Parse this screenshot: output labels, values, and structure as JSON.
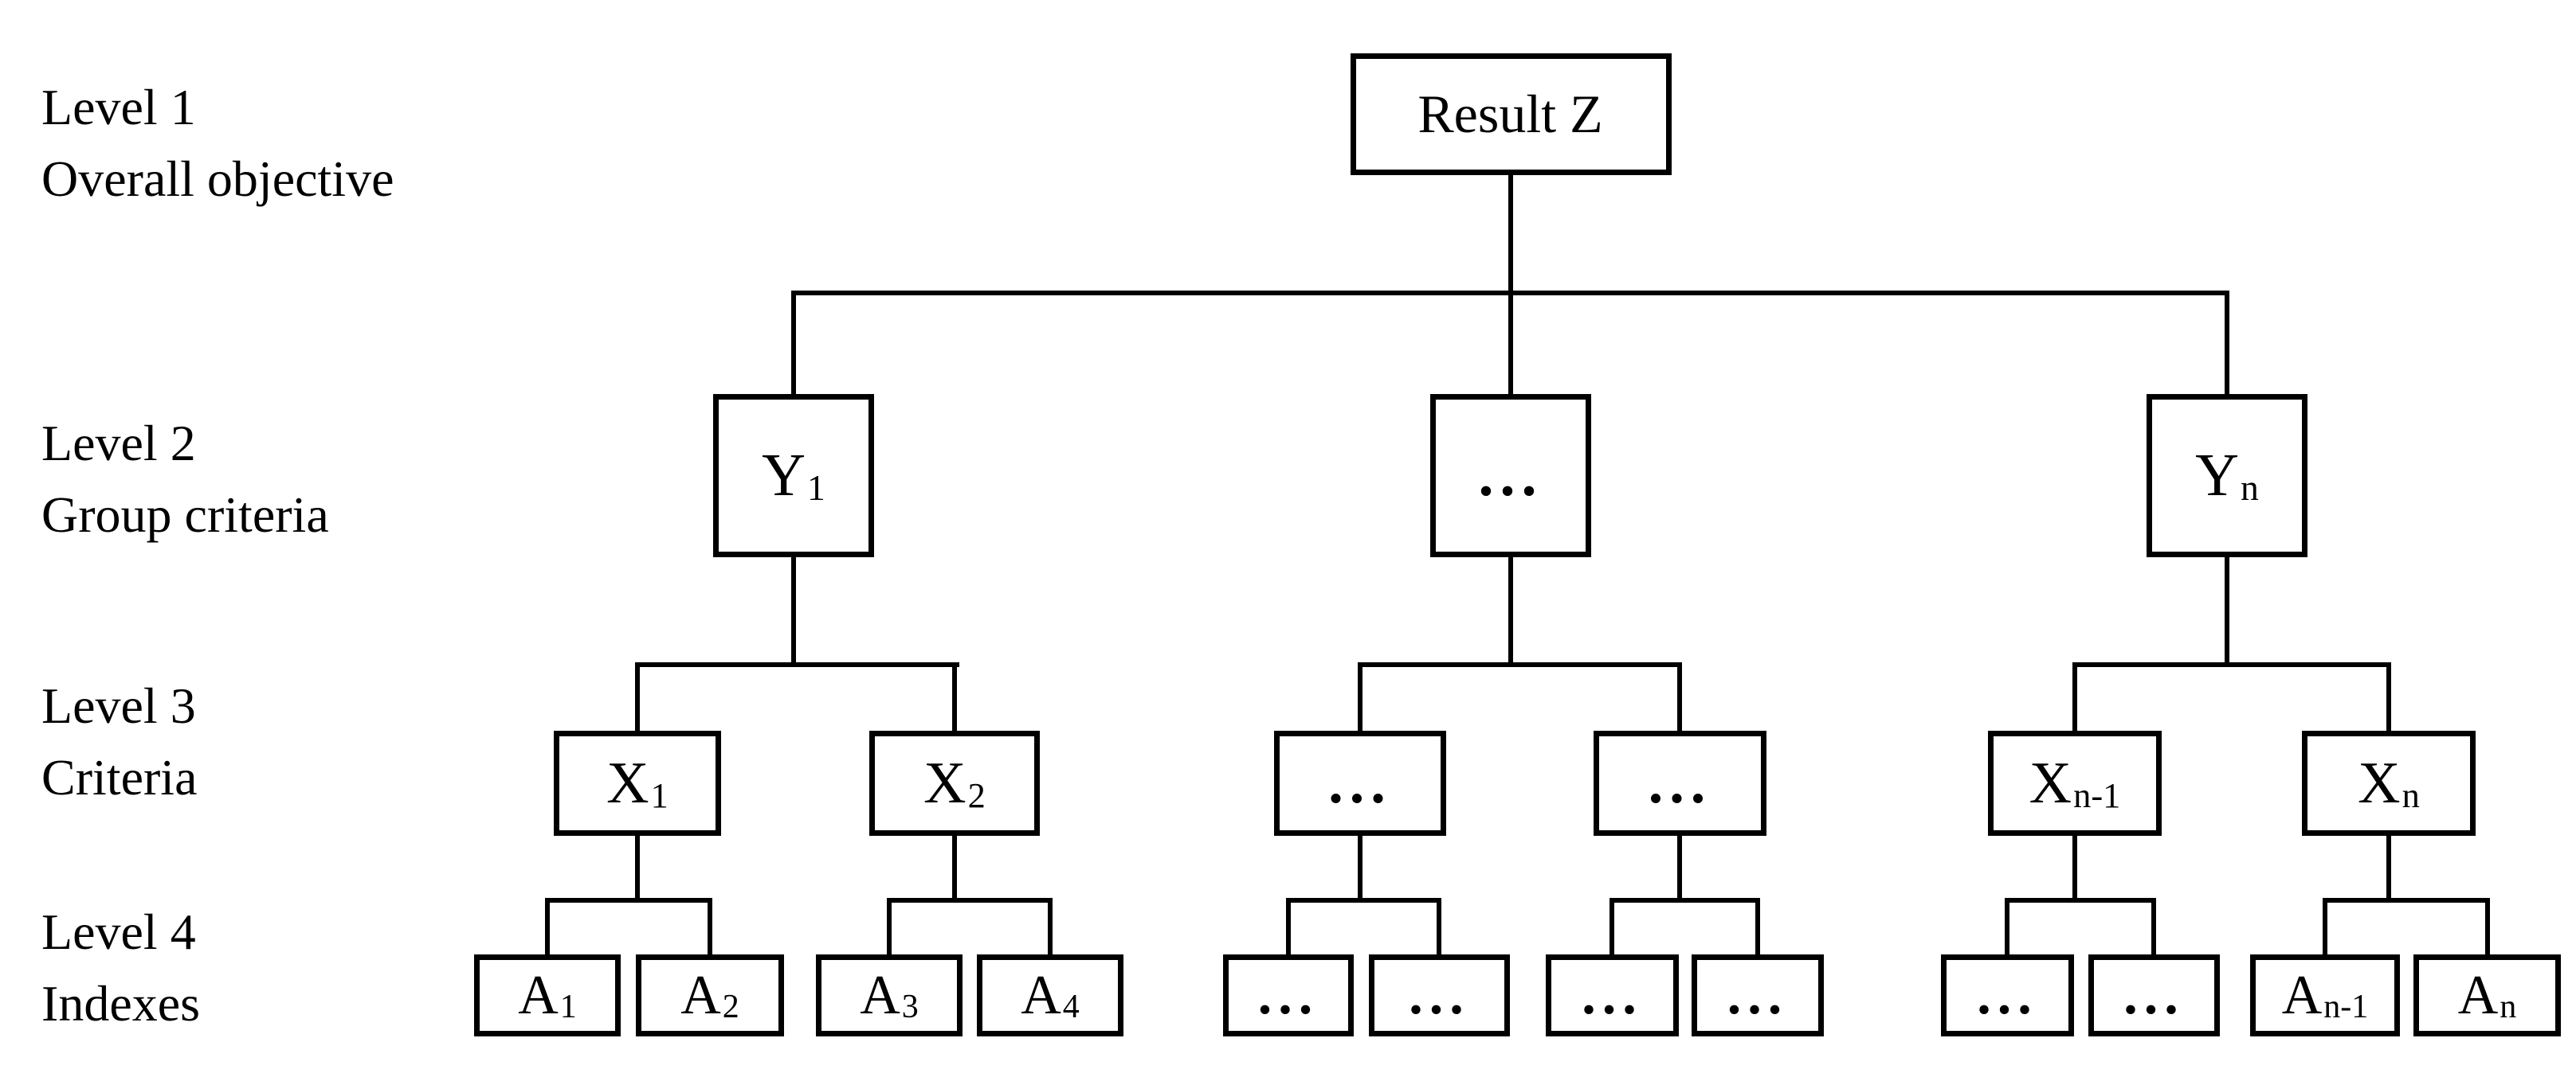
{
  "diagram": {
    "background": "#ffffff",
    "line_color": "#000000",
    "text_color": "#000000",
    "levels": [
      {
        "line1": "Level 1",
        "line2": "Overall objective"
      },
      {
        "line1": "Level 2",
        "line2": "Group criteria"
      },
      {
        "line1": "Level 3",
        "line2": "Criteria"
      },
      {
        "line1": "Level 4",
        "line2": "Indexes"
      }
    ],
    "nodes": {
      "result": {
        "base": "Result Z",
        "sub": ""
      },
      "y1": {
        "base": "Y",
        "sub": "1"
      },
      "y_dots": {
        "base": "...",
        "sub": ""
      },
      "yn": {
        "base": "Y",
        "sub": "n"
      },
      "x1": {
        "base": "X",
        "sub": "1"
      },
      "x2": {
        "base": "X",
        "sub": "2"
      },
      "x_dots_left": {
        "base": "...",
        "sub": ""
      },
      "x_dots_right": {
        "base": "...",
        "sub": ""
      },
      "xn_minus_1": {
        "base": "X",
        "sub": "n-1"
      },
      "xn": {
        "base": "X",
        "sub": "n"
      },
      "a1": {
        "base": "A",
        "sub": "1"
      },
      "a2": {
        "base": "A",
        "sub": "2"
      },
      "a3": {
        "base": "A",
        "sub": "3"
      },
      "a4": {
        "base": "A",
        "sub": "4"
      },
      "a_dots_1": {
        "base": "...",
        "sub": ""
      },
      "a_dots_2": {
        "base": "...",
        "sub": ""
      },
      "a_dots_3": {
        "base": "...",
        "sub": ""
      },
      "a_dots_4": {
        "base": "...",
        "sub": ""
      },
      "a_dots_5": {
        "base": "...",
        "sub": ""
      },
      "a_dots_6": {
        "base": "...",
        "sub": ""
      },
      "an_minus_1": {
        "base": "A",
        "sub": "n-1"
      },
      "an": {
        "base": "A",
        "sub": "n"
      }
    },
    "edges": [
      [
        "result",
        "y1"
      ],
      [
        "result",
        "y_dots"
      ],
      [
        "result",
        "yn"
      ],
      [
        "y1",
        "x1"
      ],
      [
        "y1",
        "x2"
      ],
      [
        "y_dots",
        "x_dots_left"
      ],
      [
        "y_dots",
        "x_dots_right"
      ],
      [
        "yn",
        "xn_minus_1"
      ],
      [
        "yn",
        "xn"
      ],
      [
        "x1",
        "a1"
      ],
      [
        "x1",
        "a2"
      ],
      [
        "x2",
        "a3"
      ],
      [
        "x2",
        "a4"
      ],
      [
        "x_dots_left",
        "a_dots_1"
      ],
      [
        "x_dots_left",
        "a_dots_2"
      ],
      [
        "x_dots_right",
        "a_dots_3"
      ],
      [
        "x_dots_right",
        "a_dots_4"
      ],
      [
        "xn_minus_1",
        "a_dots_5"
      ],
      [
        "xn_minus_1",
        "a_dots_6"
      ],
      [
        "xn",
        "an_minus_1"
      ],
      [
        "xn",
        "an"
      ]
    ]
  }
}
